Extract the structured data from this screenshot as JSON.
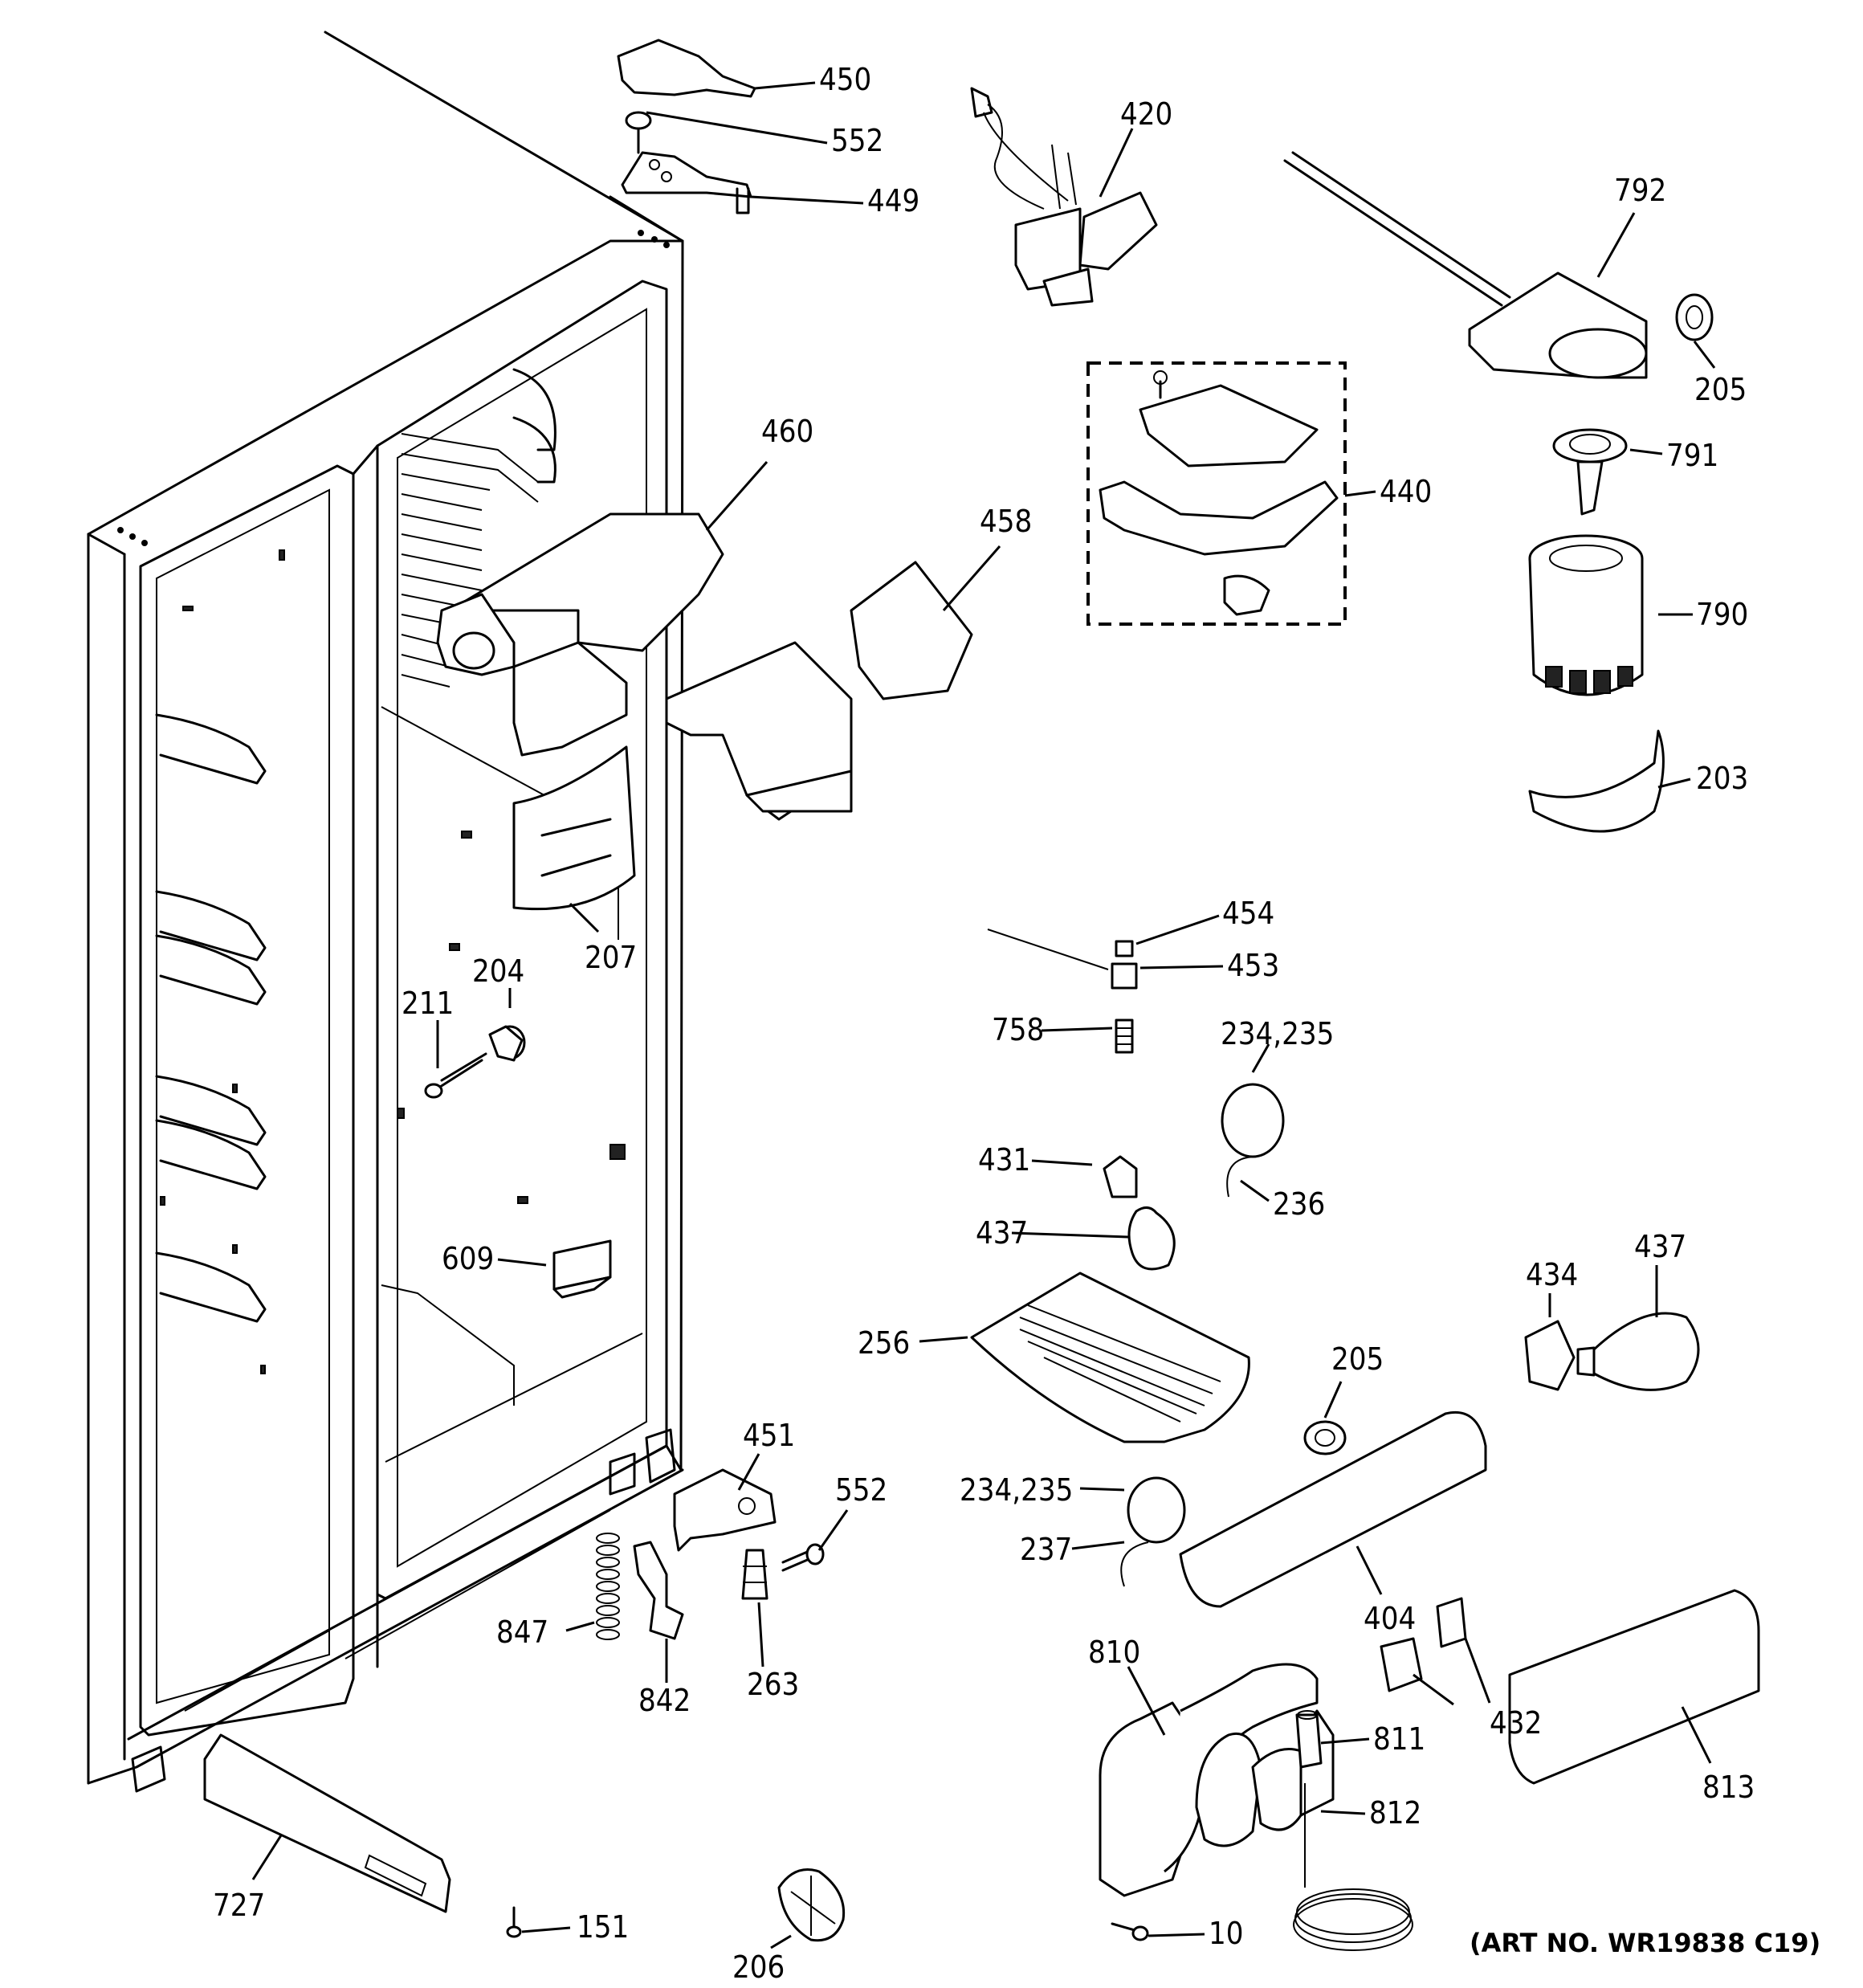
{
  "art_number": "(ART NO. WR19838 C19)",
  "callouts": [
    {
      "id": "c450",
      "label": "450"
    },
    {
      "id": "c552a",
      "label": "552"
    },
    {
      "id": "c449",
      "label": "449"
    },
    {
      "id": "c420",
      "label": "420"
    },
    {
      "id": "c792",
      "label": "792"
    },
    {
      "id": "c205a",
      "label": "205"
    },
    {
      "id": "c791",
      "label": "791"
    },
    {
      "id": "c440",
      "label": "440"
    },
    {
      "id": "c460",
      "label": "460"
    },
    {
      "id": "c458",
      "label": "458"
    },
    {
      "id": "c790",
      "label": "790"
    },
    {
      "id": "c203",
      "label": "203"
    },
    {
      "id": "c207",
      "label": "207"
    },
    {
      "id": "c454",
      "label": "454"
    },
    {
      "id": "c453",
      "label": "453"
    },
    {
      "id": "c204",
      "label": "204"
    },
    {
      "id": "c211",
      "label": "211"
    },
    {
      "id": "c758",
      "label": "758"
    },
    {
      "id": "c234a",
      "label": "234,235"
    },
    {
      "id": "c431",
      "label": "431"
    },
    {
      "id": "c236",
      "label": "236"
    },
    {
      "id": "c437a",
      "label": "437"
    },
    {
      "id": "c609",
      "label": "609"
    },
    {
      "id": "c437b",
      "label": "437"
    },
    {
      "id": "c434",
      "label": "434"
    },
    {
      "id": "c256",
      "label": "256"
    },
    {
      "id": "c205b",
      "label": "205"
    },
    {
      "id": "c451",
      "label": "451"
    },
    {
      "id": "c552b",
      "label": "552"
    },
    {
      "id": "c234b",
      "label": "234,235"
    },
    {
      "id": "c237",
      "label": "237"
    },
    {
      "id": "c404",
      "label": "404"
    },
    {
      "id": "c847",
      "label": "847"
    },
    {
      "id": "c263",
      "label": "263"
    },
    {
      "id": "c842",
      "label": "842"
    },
    {
      "id": "c810",
      "label": "810"
    },
    {
      "id": "c811",
      "label": "811"
    },
    {
      "id": "c432",
      "label": "432"
    },
    {
      "id": "c812",
      "label": "812"
    },
    {
      "id": "c813",
      "label": "813"
    },
    {
      "id": "c727",
      "label": "727"
    },
    {
      "id": "c151",
      "label": "151"
    },
    {
      "id": "c206",
      "label": "206"
    },
    {
      "id": "c10",
      "label": "10"
    }
  ]
}
